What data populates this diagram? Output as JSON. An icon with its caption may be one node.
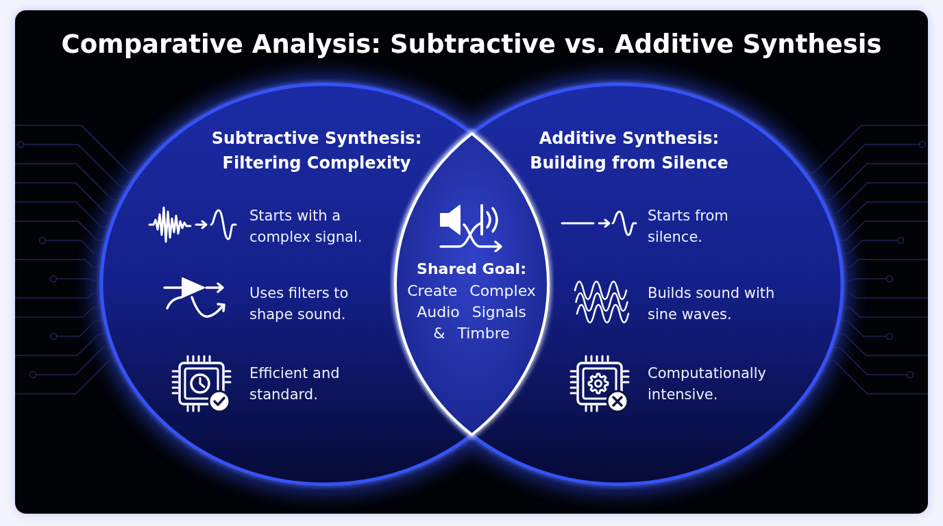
{
  "diagram": {
    "title": "Comparative Analysis: Subtractive vs. Additive Synthesis",
    "nodes": [
      {
        "text": [
          "Subtractive Synthesis: Filtering Complexity",
          "Starts with a complex signal.",
          "Uses filters to shape sound.",
          "Efficient and standard."
        ]
      },
      {
        "text": [
          "Additive Synthesis: Building from Silence",
          "Starts from silence.",
          "Builds sound with sine waves.",
          "Computationally intensive."
        ]
      },
      {
        "text": [
          "Shared Goal:",
          "Create Complex Audio Signals & Timbre"
        ]
      }
    ]
  }
}
